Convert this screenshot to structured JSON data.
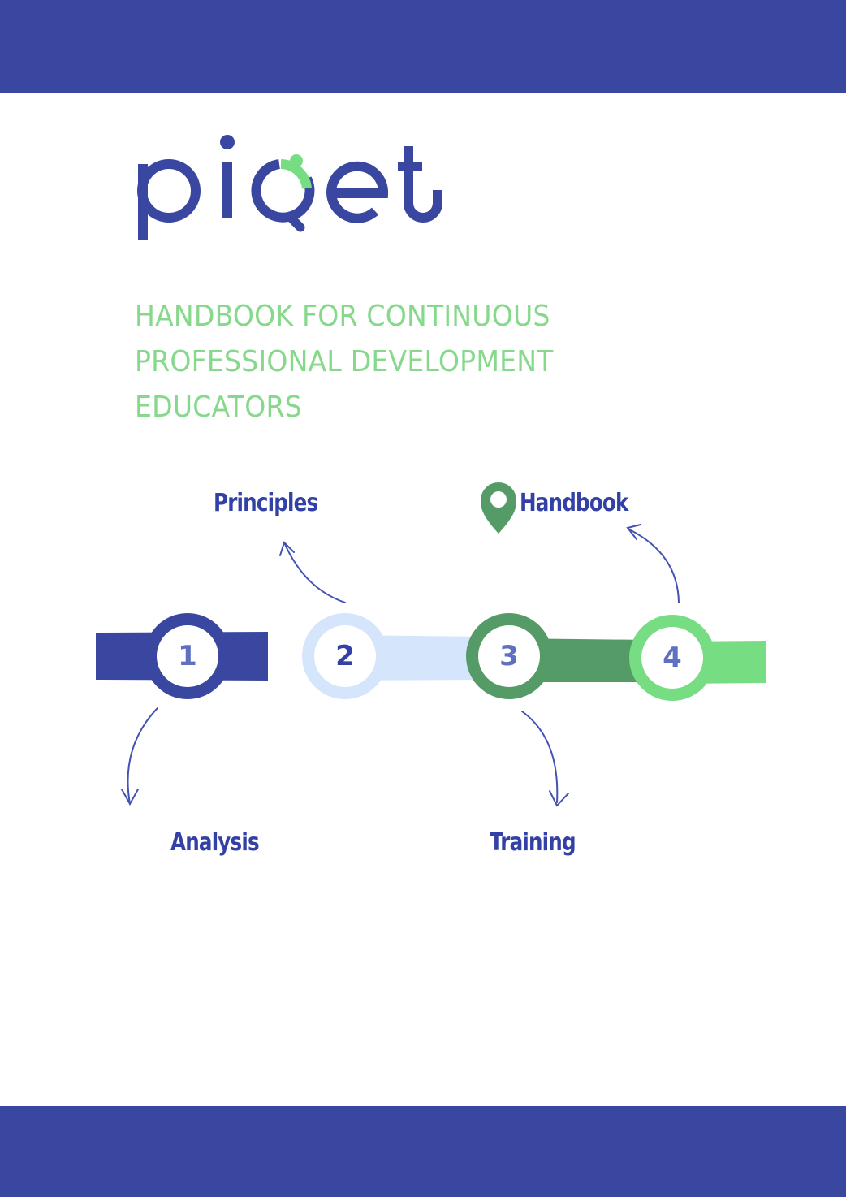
{
  "brand": {
    "logo_text": "piqet",
    "primary_color": "#3a47a0",
    "accent_color": "#77dd82"
  },
  "title": {
    "lines": [
      "HANDBOOK FOR CONTINUOUS",
      "PROFESSIONAL DEVELOPMENT",
      "EDUCATORS"
    ],
    "color": "#86d98b"
  },
  "process": {
    "steps": [
      {
        "number": "1",
        "label": "Analysis",
        "ring_color": "#3a47a0",
        "position": "below"
      },
      {
        "number": "2",
        "label": "Principles",
        "ring_color": "#d5e5fb",
        "position": "above"
      },
      {
        "number": "3",
        "label": "Training",
        "ring_color": "#559b68",
        "position": "below"
      },
      {
        "number": "4",
        "label": "Handbook",
        "ring_color": "#77dd82",
        "position": "above",
        "icon": "map-pin-icon"
      }
    ]
  },
  "footer": {}
}
